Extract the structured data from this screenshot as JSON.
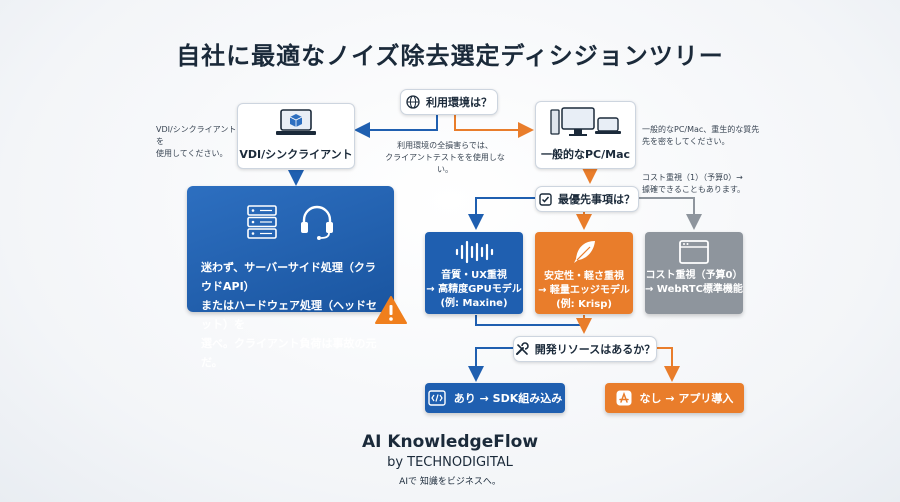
{
  "title": "自社に最適なノイズ除去選定ディシジョンツリー",
  "start_question": "利用環境は？",
  "vdi": {
    "label": "VDI/シンクライアント",
    "note_line1": "VDI/シンクライアントを",
    "note_line2": "使用してください。"
  },
  "center_note": {
    "line1": "利用環境の全損害らでは、",
    "line2": "クライアントテストをを使用しない。"
  },
  "general": {
    "label": "一般的なPC/Mac",
    "note_line1": "一般的なPC/Mac、重生的な質先",
    "note_line2": "先を密をしてください。"
  },
  "cost_note": {
    "line1": "コスト重視（1）（予算0）→",
    "line2": "據確できることもあります。"
  },
  "priority_question": "最優先事項は？",
  "vdi_advice": {
    "line1": "迷わず、サーバーサイド処理（クラウドAPI）",
    "line2": "またはハードウェア処理（ヘッドセット）を",
    "line3": "選べ。クライアント負荷は事故の元だ。"
  },
  "options": [
    {
      "line1": "音質・UX重視",
      "line2": "→ 高精度GPUモデル",
      "line3": "(例: Maxine)",
      "color": "#1f5fb0"
    },
    {
      "line1": "安定性・軽さ重視",
      "line2": "→ 軽量エッジモデル",
      "line3": "(例: Krisp)",
      "color": "#e97d2b"
    },
    {
      "line1": "コスト重視（予算0）",
      "line2": "→ WebRTC標準機能",
      "line3": "",
      "color": "#8e959d"
    }
  ],
  "dev_question": "開発リソースはあるか？",
  "yes_button": "あり → SDK組み込み",
  "no_button": "なし → アプリ導入",
  "brand": {
    "name": "AI KnowledgeFlow",
    "by": "by TECHNODIGITAL",
    "tagline": "AIで 知識をビジネスへ。"
  },
  "colors": {
    "blue": "#1f5fb0",
    "orange": "#e97d2b",
    "gray": "#8e959d",
    "warning": "#f07f1d"
  },
  "icons": [
    "globe-icon",
    "cube-laptop-icon",
    "desktop-laptop-icon",
    "checklist-icon",
    "server-icon",
    "headset-icon",
    "warning-icon",
    "soundwave-icon",
    "feather-icon",
    "browser-window-icon",
    "tools-icon",
    "code-icon",
    "app-store-icon"
  ]
}
